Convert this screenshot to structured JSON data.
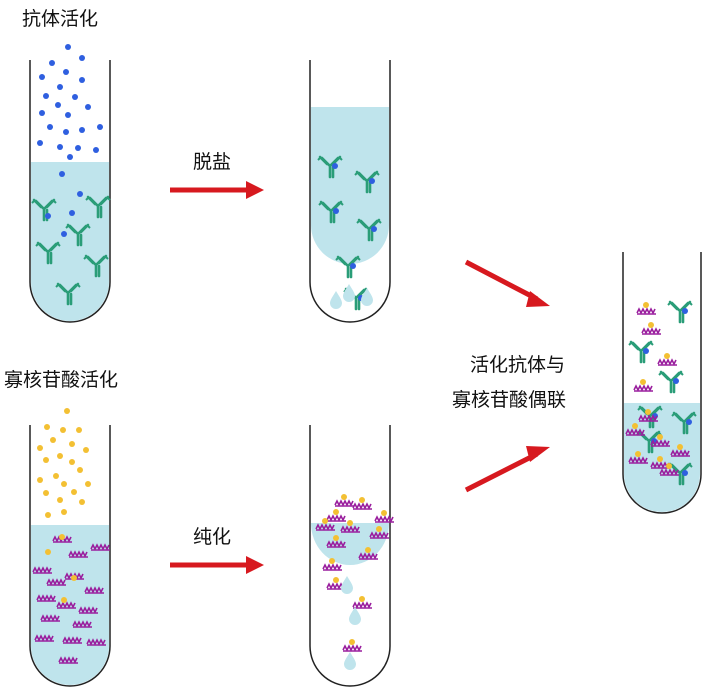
{
  "labels": {
    "antibody_activation": "抗体活化",
    "desalting": "脱盐",
    "oligo_activation": "寡核苷酸活化",
    "purification": "纯化",
    "conjugation_line1": "活化抗体与",
    "conjugation_line2": "寡核苷酸偶联"
  },
  "colors": {
    "liquid": "#bfe4ec",
    "antibody": "#2a9d78",
    "activator_blue": "#2f5fe0",
    "activator_yellow": "#f3c033",
    "oligo": "#9a1f9e",
    "arrow": "#d7191f"
  }
}
